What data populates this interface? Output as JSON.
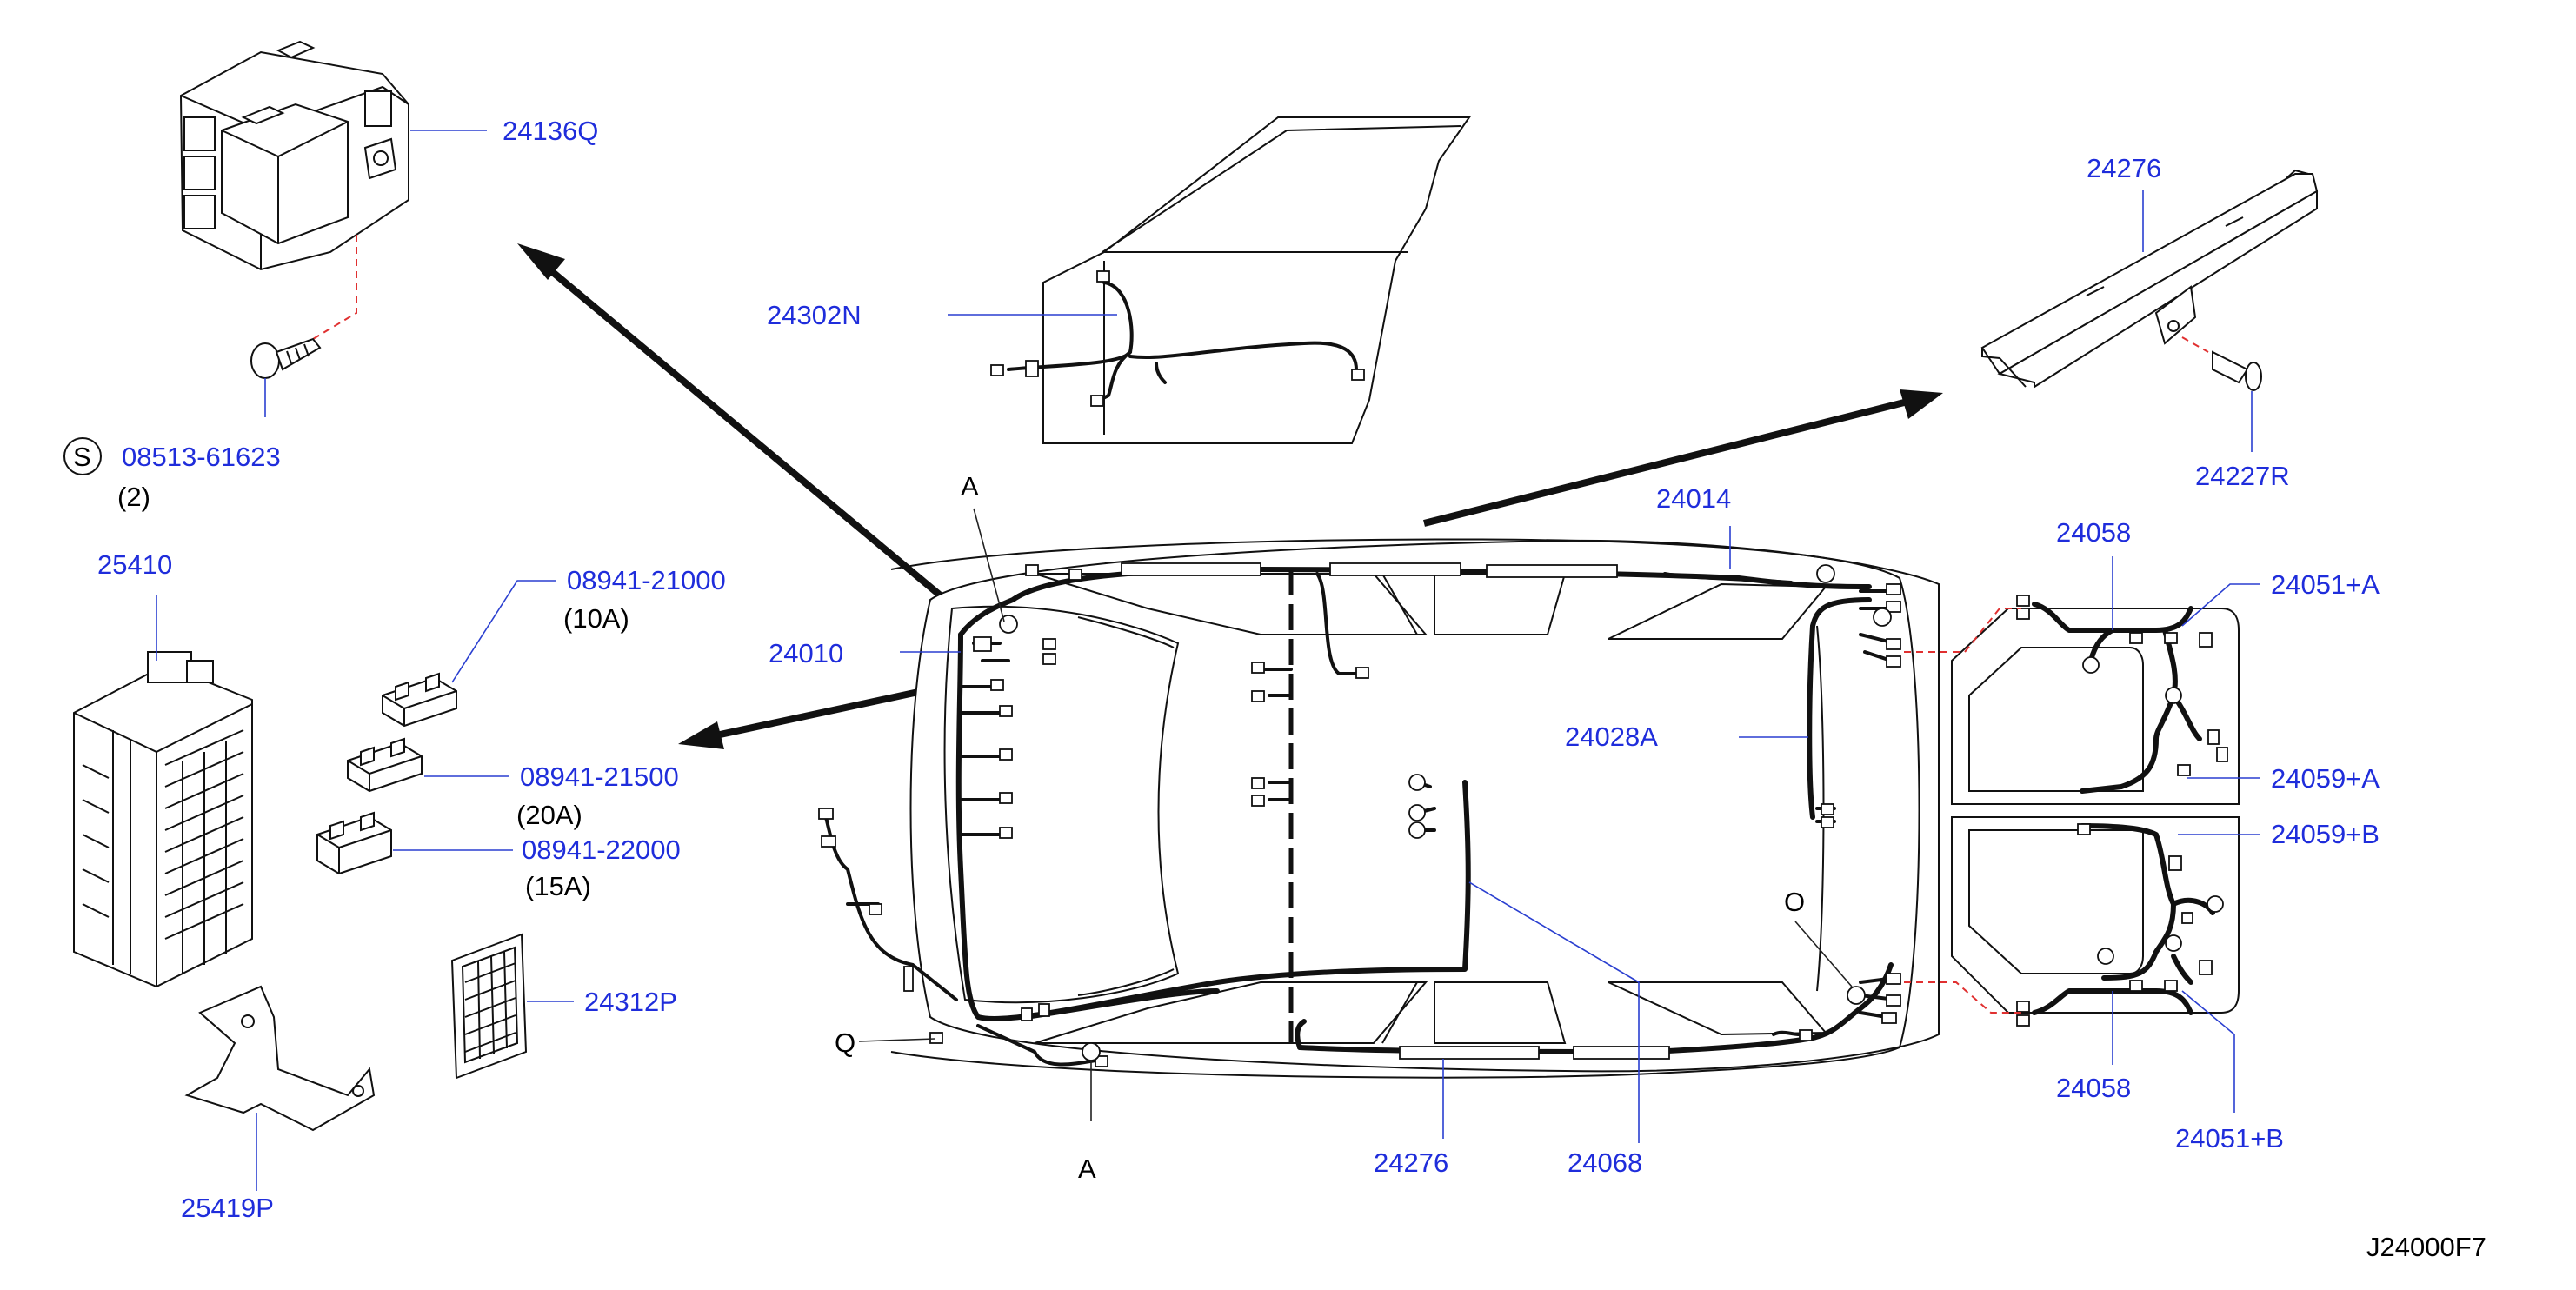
{
  "parts": {
    "p24136Q": "24136Q",
    "p08513": "08513-61623",
    "p08513_qty": "(2)",
    "p08513_symbol": "S",
    "p25410": "25410",
    "p08941_21000": "08941-21000",
    "p08941_21000_rating": "(10A)",
    "p08941_21500": "08941-21500",
    "p08941_21500_rating": "(20A)",
    "p08941_22000": "08941-22000",
    "p08941_22000_rating": "(15A)",
    "p24312P": "24312P",
    "p25419P": "25419P",
    "p24302N": "24302N",
    "p24010": "24010",
    "p24014": "24014",
    "p24276_top": "24276",
    "p24227R": "24227R",
    "p24058_top": "24058",
    "p24051A": "24051+A",
    "p24028A": "24028A",
    "p24059A": "24059+A",
    "p24059B": "24059+B",
    "p24058_bottom": "24058",
    "p24051B": "24051+B",
    "p24276_bottom": "24276",
    "p24068": "24068"
  },
  "ref_letters": {
    "a_top": "A",
    "a_bottom": "A",
    "q": "Q",
    "o": "O"
  },
  "diagram_code": "J24000F7",
  "colors": {
    "part_number": "#1f2ddb",
    "text": "#000000",
    "outline": "#111111",
    "hidden_line": "#e03030"
  }
}
